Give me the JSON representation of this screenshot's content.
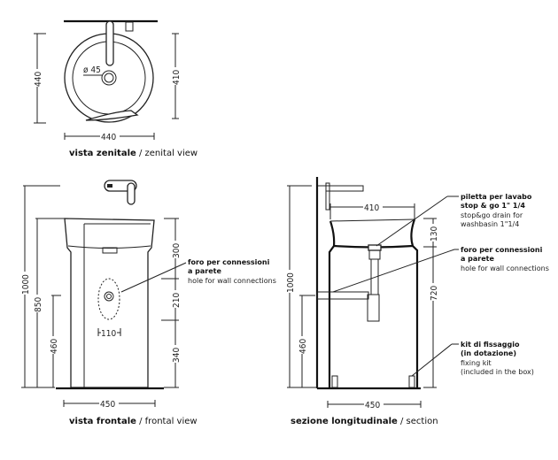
{
  "top_view": {
    "caption_it": "vista zenitale",
    "caption_en": "/ zenital view",
    "drain_label": "ø 45",
    "dim_depth": "440",
    "dim_basin": "410",
    "dim_width": "440"
  },
  "front_view": {
    "caption_it": "vista frontale",
    "caption_en": "/ frontal view",
    "dim_total": "1000",
    "dim_height": "850",
    "dim_hole": "460",
    "dim_top": "300",
    "dim_mid": "210",
    "dim_bottom": "340",
    "dim_hole_width": "110",
    "dim_width": "450",
    "note": {
      "it1": "foro per connessioni",
      "it2": "a parete",
      "en": "hole for wall connections"
    }
  },
  "section_view": {
    "caption_it": "sezione longitudinale",
    "caption_en": "/ section",
    "dim_total": "1000",
    "dim_hole": "460",
    "dim_basin_width": "410",
    "dim_basin_depth": "130",
    "dim_lower": "720",
    "dim_width": "450",
    "note_drain": {
      "it1": "piletta per lavabo",
      "it2": "stop & go 1\" 1/4",
      "en1": "stop&go drain for",
      "en2": "washbasin 1\"1/4"
    },
    "note_hole": {
      "it1": "foro per connessioni",
      "it2": "a parete",
      "en": "hole for wall connections"
    },
    "note_kit": {
      "it1": "kit di fissaggio",
      "it2": "(in dotazione)",
      "en1": "fixing kit",
      "en2": "(included in the box)"
    }
  }
}
